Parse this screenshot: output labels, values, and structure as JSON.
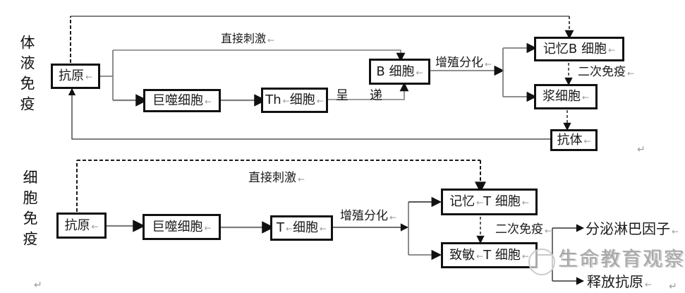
{
  "meta": {
    "inline_mark": "←",
    "para_mark": "↵",
    "background": "#ffffff",
    "box_border_color": "#111111",
    "line_gray": "#7f7f7f",
    "line_dark": "#404040",
    "dash_black": "#1a1a1a"
  },
  "sections": {
    "humoral": {
      "label": "体液免疫"
    },
    "cellular": {
      "label": "细胞免疫"
    }
  },
  "boxes": {
    "antigen1": {
      "label": "抗原"
    },
    "macrophage1": {
      "label": "巨噬细胞"
    },
    "th_cell": {
      "label_pre": "Th",
      "label_post": "细胞"
    },
    "b_cell": {
      "label": "B 细胞"
    },
    "memory_b": {
      "label": "记忆B 细胞"
    },
    "plasma": {
      "label": "浆细胞"
    },
    "antibody": {
      "label": "抗体"
    },
    "antigen2": {
      "label": "抗原"
    },
    "macrophage2": {
      "label": "巨噬细胞"
    },
    "t_cell": {
      "label_pre": "T",
      "label_post": "细胞"
    },
    "memory_t": {
      "label_pre": "记忆",
      "label_post": "T 细胞"
    },
    "sensitized_t": {
      "label_pre": "致敏",
      "label_post": "T 细胞"
    }
  },
  "labels": {
    "direct_stim1": "直接刺激",
    "presentation": "呈　递",
    "prolif_diff1": "增殖分化",
    "secondary1": "二次免疫",
    "direct_stim2": "直接刺激",
    "prolif_diff2": "增殖分化",
    "secondary2": "二次免疫",
    "secrete_lymphokine": "分泌淋巴因子",
    "release_antigen": "释放抗原"
  },
  "watermark": {
    "text": "生命教育观察",
    "color": "#a6a6a6"
  }
}
